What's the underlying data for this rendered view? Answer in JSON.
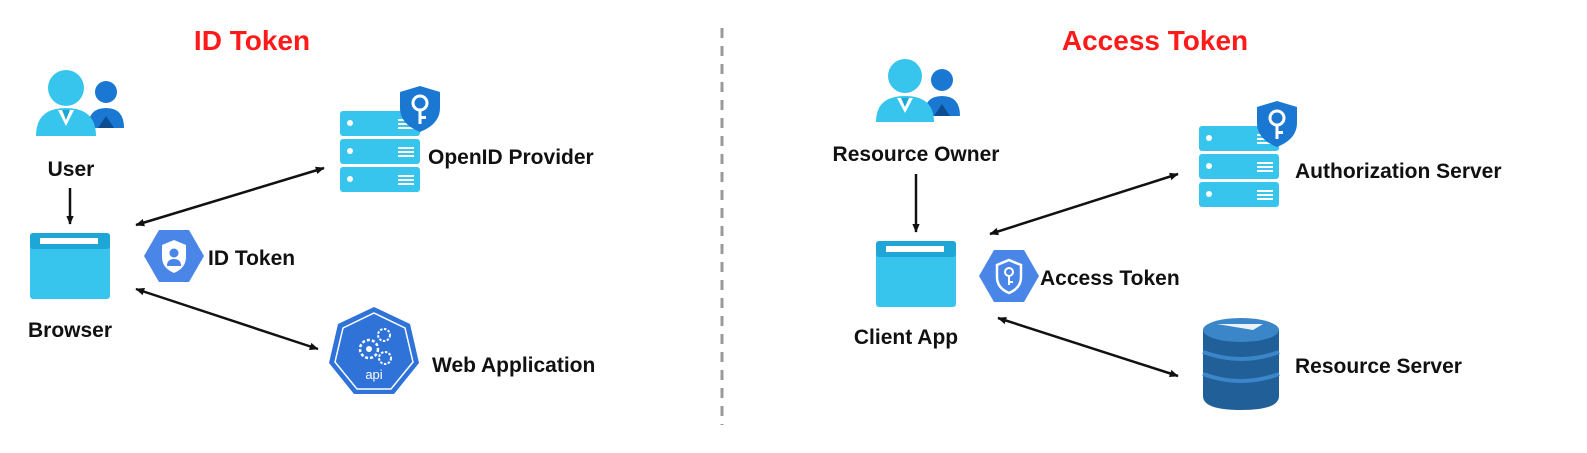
{
  "colors": {
    "heading": "#ff1a1a",
    "icon_cyan": "#37c5ee",
    "icon_cyan_dark": "#1ea7d6",
    "user_blue": "#1a78d3",
    "hex_blue": "#4a86e8",
    "db_blue": "#205f97",
    "arrow": "#111111",
    "divider": "#9a9a9a"
  },
  "id_token_panel": {
    "title": "ID Token",
    "nodes": {
      "user": {
        "label": "User",
        "icon": "user-group-icon"
      },
      "browser": {
        "label": "Browser",
        "icon": "browser-window-icon"
      },
      "openid_provider": {
        "label": "OpenID Provider",
        "icon": "server-key-icon"
      },
      "web_application": {
        "label": "Web Application",
        "icon": "api-gear-icon"
      }
    },
    "token": {
      "label": "ID Token",
      "icon": "user-shield-icon"
    }
  },
  "access_token_panel": {
    "title": "Access Token",
    "nodes": {
      "resource_owner": {
        "label": "Resource Owner",
        "icon": "user-group-icon"
      },
      "client_app": {
        "label": "Client App",
        "icon": "browser-window-icon"
      },
      "authorization_server": {
        "label": "Authorization Server",
        "icon": "server-key-icon"
      },
      "resource_server": {
        "label": "Resource Server",
        "icon": "database-icon"
      }
    },
    "token": {
      "label": "Access Token",
      "icon": "key-shield-icon"
    }
  },
  "api_icon_text": "api"
}
